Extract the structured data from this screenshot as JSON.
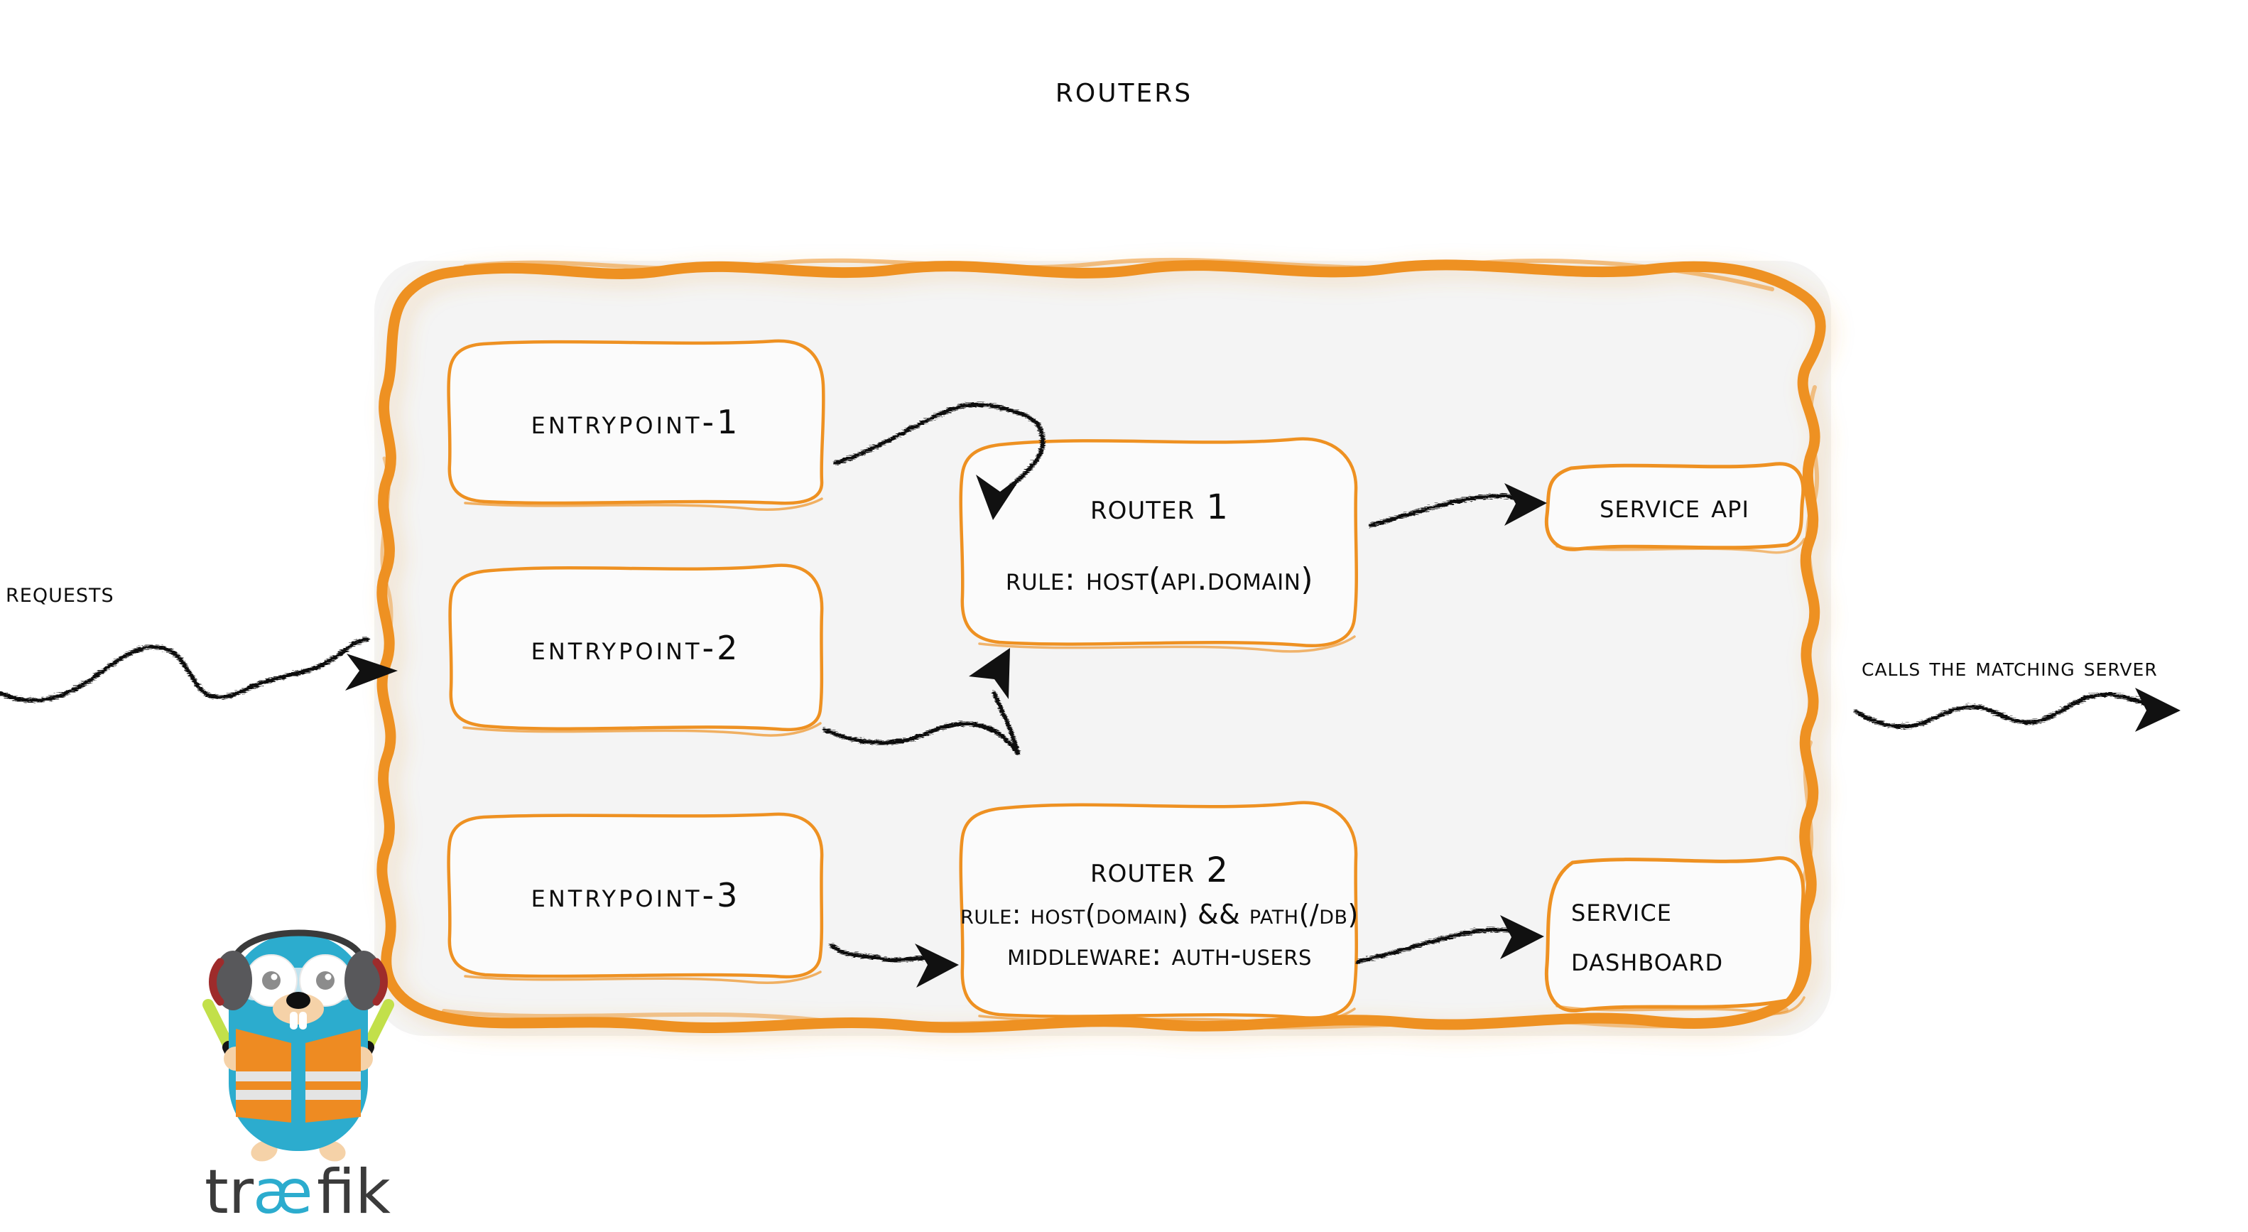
{
  "diagram": {
    "title": "Routers",
    "panel_label": "routers-panel",
    "entrypoints": [
      {
        "label": "entrypoint-1"
      },
      {
        "label": "entrypoint-2"
      },
      {
        "label": "entrypoint-3"
      }
    ],
    "routers": [
      {
        "title": "Router 1",
        "rule": "rule: Host(api.domain)",
        "middleware": ""
      },
      {
        "title": "Router 2",
        "rule": "rule: Host(domain) && Path(/db)",
        "middleware": "middleware: auth-users"
      }
    ],
    "services": [
      {
        "label": "Service API"
      },
      {
        "label_line1": "Service",
        "label_line2": "Dashboard"
      }
    ],
    "captions": {
      "left": "Requests",
      "right": "Calls the matching server"
    },
    "logo": {
      "wordmark_part1": "tr",
      "wordmark_part2": "æ",
      "wordmark_part3": "fik"
    },
    "colors": {
      "accent_orange": "#EE9122",
      "panel_fill": "#F4F4F4",
      "box_stroke": "#EE9122",
      "ink": "#0D0D0D",
      "gopher_body": "#2CACCE",
      "gopher_vest": "#EE8B22",
      "gopher_vest_stripe": "#E4E4E4",
      "gopher_headphone": "#58585B",
      "gopher_headphone_accent": "#9E2B2B",
      "gopher_wand": "#C2E04A",
      "gopher_skin": "#F5D2A8",
      "wordmark_dark": "#3B3B3B"
    }
  }
}
